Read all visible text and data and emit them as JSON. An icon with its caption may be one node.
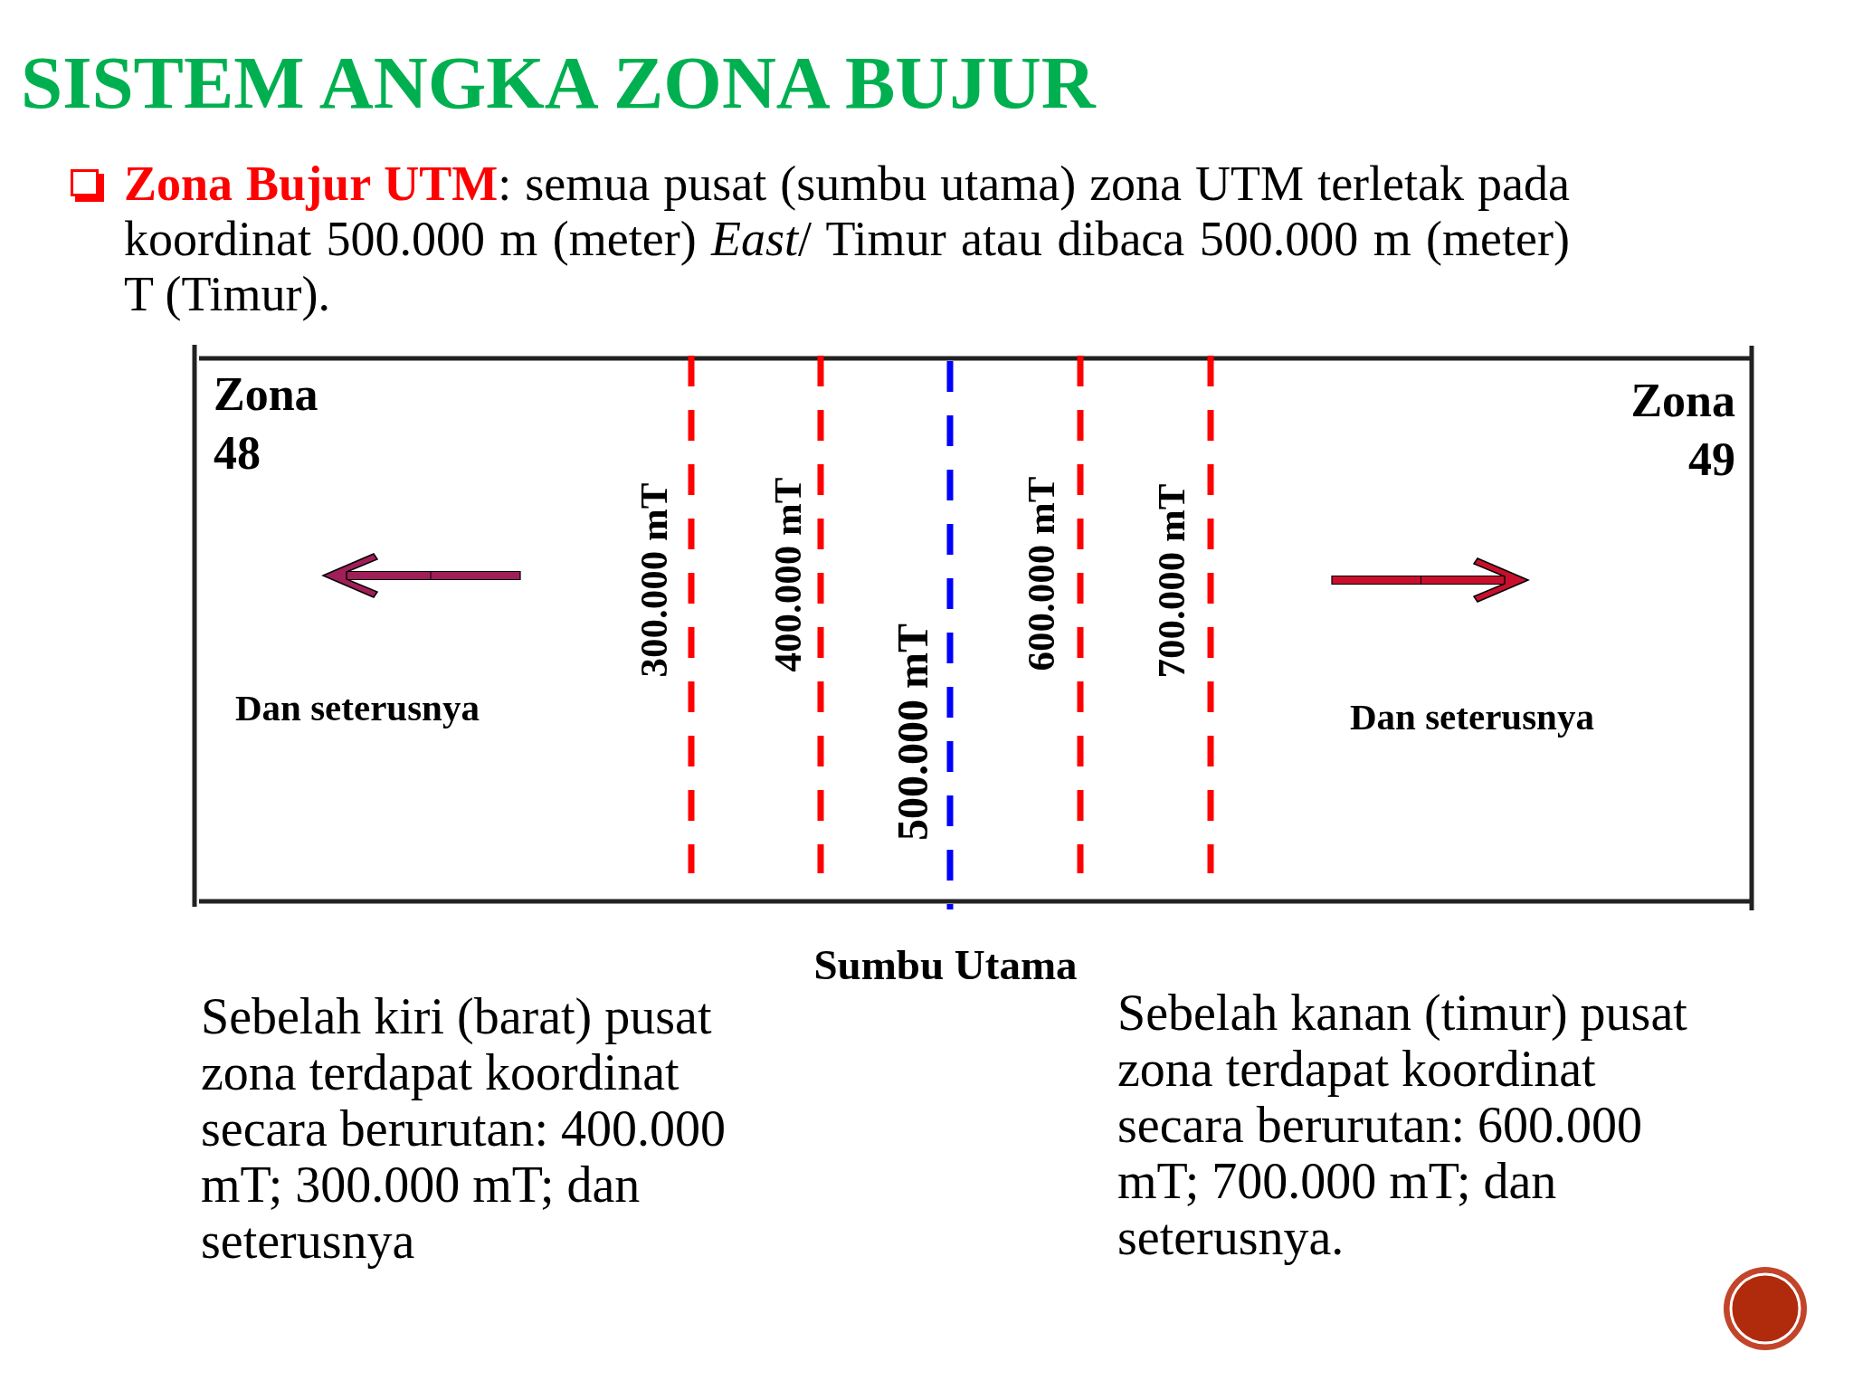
{
  "diagram": {
    "title": "SISTEM ANGKA ZONA BUJUR",
    "nodes": [
      {
        "text": [
          "Zona 48",
          "Zona 49",
          "300.000 mT",
          "400.000 mT",
          "500.000 mT",
          "600.000 mT",
          "700.000 mT",
          "Dan seterusnya",
          "Dan seterusnya"
        ]
      }
    ],
    "labels": [
      "**Zona Bujur UTM**: semua pusat (sumbu utama) zona UTM terletak pada koordinat 500.000 m (meter) *East*/ Timur atau dibaca 500.000 m (meter) T (Timur).",
      "Sumbu Utama",
      "Sebelah kiri (barat) pusat zona terdapat koordinat secara berurutan: 400.000 mT; 300.000 mT; dan seterusnya",
      "Sebelah kanan (timur) pusat zona terdapat koordinat secara berurutan: 600.000 mT; 700.000 mT; dan seterusnya."
    ]
  }
}
